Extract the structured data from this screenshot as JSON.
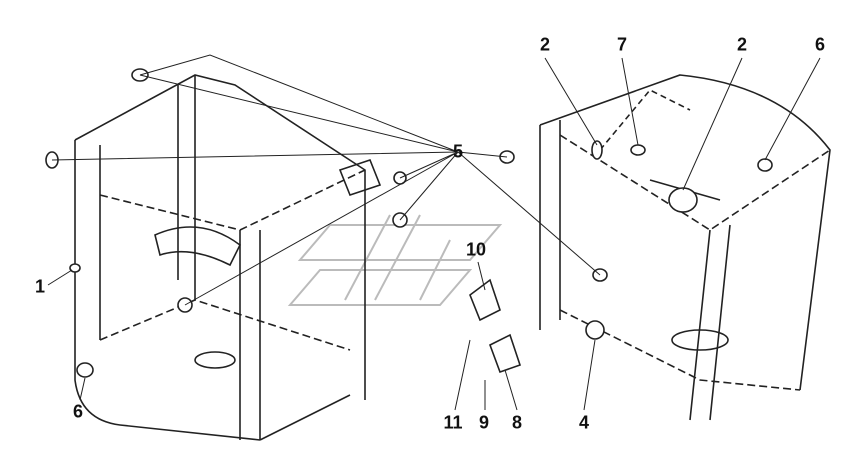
{
  "diagram": {
    "callouts": [
      {
        "id": "c-2a",
        "text": "2"
      },
      {
        "id": "c-7",
        "text": "7"
      },
      {
        "id": "c-2b",
        "text": "2"
      },
      {
        "id": "c-6a",
        "text": "6"
      },
      {
        "id": "c-5",
        "text": "5"
      },
      {
        "id": "c-10",
        "text": "10"
      },
      {
        "id": "c-1",
        "text": "1"
      },
      {
        "id": "c-6b",
        "text": "6"
      },
      {
        "id": "c-11",
        "text": "11"
      },
      {
        "id": "c-9",
        "text": "9"
      },
      {
        "id": "c-8",
        "text": "8"
      },
      {
        "id": "c-4",
        "text": "4"
      }
    ],
    "line_color": "#222222",
    "watermark_color": "#bbbbbb"
  }
}
